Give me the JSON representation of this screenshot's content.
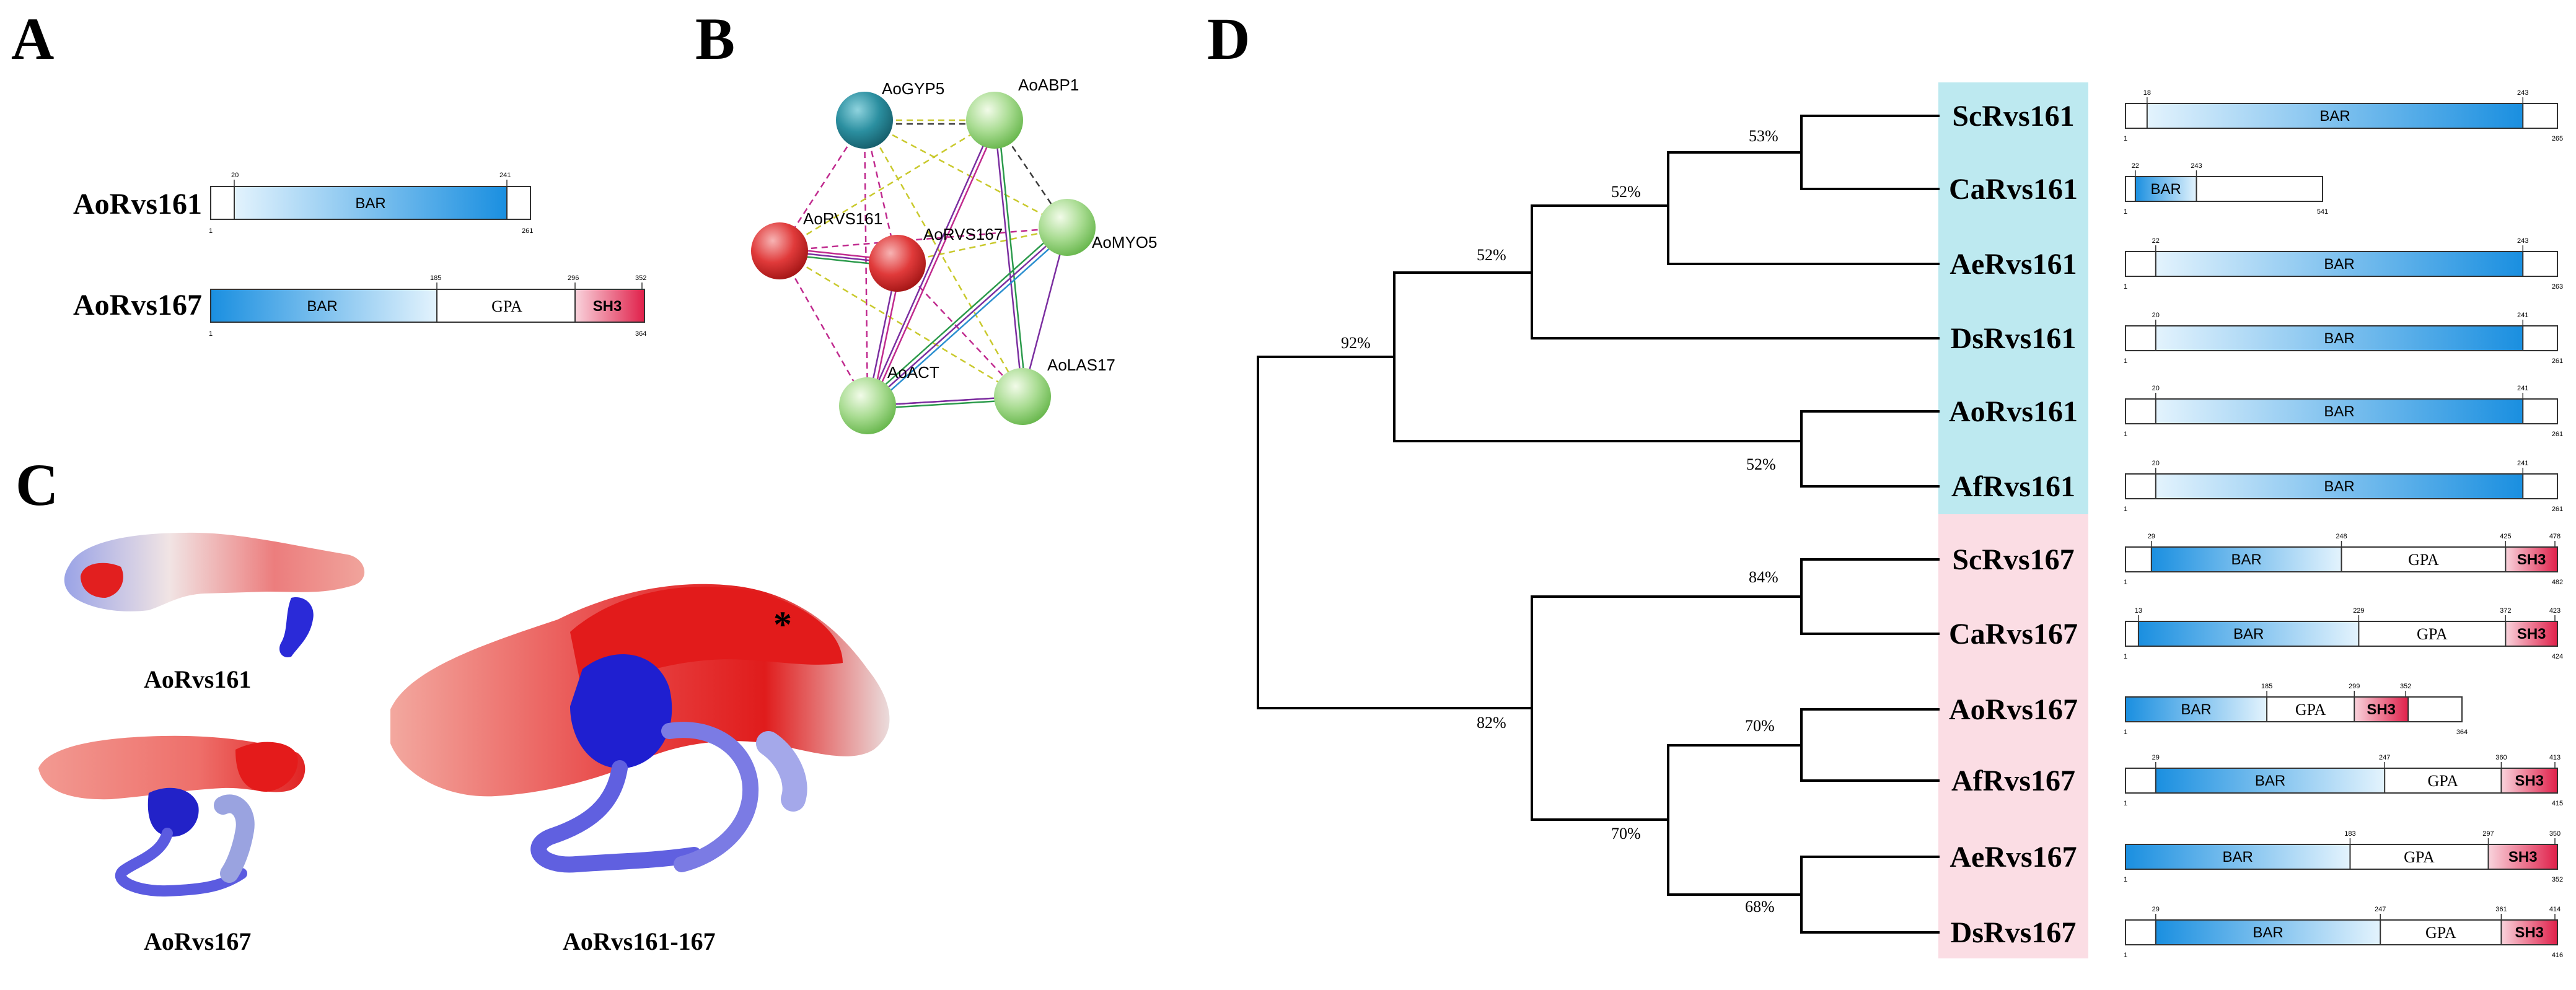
{
  "panels": {
    "a": "A",
    "b": "B",
    "c": "C",
    "d": "D"
  },
  "colors": {
    "bar_blue": "#1a8fe0",
    "bar_light": "#e3f3fd",
    "sh3_red": "#e0204a",
    "sh3_light": "#f9d3dc",
    "rvs161_bg": "#bde9f0",
    "rvs167_bg": "#fbdde4",
    "node_green": "#9fd68c",
    "node_teal": "#2b8fa0",
    "node_red": "#e03a3a"
  },
  "panel_a": {
    "proteins": [
      {
        "name": "AoRvs161",
        "start": "1",
        "end": "261",
        "domains": [
          {
            "label": "BAR",
            "type": "BAR",
            "start": "20",
            "end": "241"
          }
        ]
      },
      {
        "name": "AoRvs167",
        "start": "1",
        "end": "364",
        "domains": [
          {
            "label": "BAR",
            "type": "BAR",
            "start": "",
            "end": "185"
          },
          {
            "label": "GPA",
            "type": "GPA",
            "start": "",
            "end": "296"
          },
          {
            "label": "SH3",
            "type": "SH3",
            "start": "296",
            "end": "352"
          }
        ]
      }
    ]
  },
  "panel_b": {
    "nodes": [
      {
        "id": "gyp5",
        "label": "AoGYP5",
        "color": "teal"
      },
      {
        "id": "abp1",
        "label": "AoABP1",
        "color": "green"
      },
      {
        "id": "myo5",
        "label": "AoMYO5",
        "color": "green"
      },
      {
        "id": "rvs161",
        "label": "AoRVS161",
        "color": "red"
      },
      {
        "id": "rvs167",
        "label": "AoRVS167",
        "color": "red"
      },
      {
        "id": "act",
        "label": "AoACT",
        "color": "green"
      },
      {
        "id": "las17",
        "label": "AoLAS17",
        "color": "green"
      }
    ]
  },
  "panel_c": {
    "labels": [
      "AoRvs161",
      "AoRvs167",
      "AoRvs161-167"
    ],
    "asterisk": "*"
  },
  "panel_d": {
    "bootstrap": [
      "53%",
      "52%",
      "52%",
      "92%",
      "52%",
      "84%",
      "82%",
      "70%",
      "70%",
      "68%"
    ],
    "proteins": [
      {
        "name": "ScRvs161",
        "group": "161",
        "start": "1",
        "end": "265",
        "domains": [
          {
            "label": "BAR",
            "type": "BAR",
            "start": "18",
            "end": "243"
          }
        ]
      },
      {
        "name": "CaRvs161",
        "group": "161",
        "start": "1",
        "end": "541",
        "domains": [
          {
            "label": "BAR",
            "type": "BAR",
            "start": "22",
            "end": "243"
          }
        ]
      },
      {
        "name": "AeRvs161",
        "group": "161",
        "start": "1",
        "end": "263",
        "domains": [
          {
            "label": "BAR",
            "type": "BAR",
            "start": "22",
            "end": "243"
          }
        ]
      },
      {
        "name": "DsRvs161",
        "group": "161",
        "start": "1",
        "end": "261",
        "domains": [
          {
            "label": "BAR",
            "type": "BAR",
            "start": "20",
            "end": "241"
          }
        ]
      },
      {
        "name": "AoRvs161",
        "group": "161",
        "start": "1",
        "end": "261",
        "domains": [
          {
            "label": "BAR",
            "type": "BAR",
            "start": "20",
            "end": "241"
          }
        ]
      },
      {
        "name": "AfRvs161",
        "group": "161",
        "start": "1",
        "end": "261",
        "domains": [
          {
            "label": "BAR",
            "type": "BAR",
            "start": "20",
            "end": "241"
          }
        ]
      },
      {
        "name": "ScRvs167",
        "group": "167",
        "start": "1",
        "end": "482",
        "domains": [
          {
            "label": "BAR",
            "type": "BAR",
            "start": "29",
            "end": "248"
          },
          {
            "label": "GPA",
            "type": "GPA",
            "start": "",
            "end": "425"
          },
          {
            "label": "SH3",
            "type": "SH3",
            "start": "425",
            "end": "478"
          }
        ]
      },
      {
        "name": "CaRvs167",
        "group": "167",
        "start": "1",
        "end": "424",
        "domains": [
          {
            "label": "BAR",
            "type": "BAR",
            "start": "13",
            "end": "229"
          },
          {
            "label": "GPA",
            "type": "GPA",
            "start": "",
            "end": "372"
          },
          {
            "label": "SH3",
            "type": "SH3",
            "start": "372",
            "end": "423"
          }
        ]
      },
      {
        "name": "AoRvs167",
        "group": "167",
        "start": "1",
        "end": "364",
        "domains": [
          {
            "label": "BAR",
            "type": "BAR",
            "start": "",
            "end": "185"
          },
          {
            "label": "GPA",
            "type": "GPA",
            "start": "",
            "end": "299"
          },
          {
            "label": "SH3",
            "type": "SH3",
            "start": "299",
            "end": "352"
          }
        ]
      },
      {
        "name": "AfRvs167",
        "group": "167",
        "start": "1",
        "end": "415",
        "domains": [
          {
            "label": "BAR",
            "type": "BAR",
            "start": "29",
            "end": "247"
          },
          {
            "label": "GPA",
            "type": "GPA",
            "start": "",
            "end": "360"
          },
          {
            "label": "SH3",
            "type": "SH3",
            "start": "360",
            "end": "413"
          }
        ]
      },
      {
        "name": "AeRvs167",
        "group": "167",
        "start": "1",
        "end": "352",
        "domains": [
          {
            "label": "BAR",
            "type": "BAR",
            "start": "",
            "end": "183"
          },
          {
            "label": "GPA",
            "type": "GPA",
            "start": "",
            "end": "297"
          },
          {
            "label": "SH3",
            "type": "SH3",
            "start": "297",
            "end": "350"
          }
        ]
      },
      {
        "name": "DsRvs167",
        "group": "167",
        "start": "1",
        "end": "416",
        "domains": [
          {
            "label": "BAR",
            "type": "BAR",
            "start": "29",
            "end": "247"
          },
          {
            "label": "GPA",
            "type": "GPA",
            "start": "",
            "end": "361"
          },
          {
            "label": "SH3",
            "type": "SH3",
            "start": "361",
            "end": "414"
          }
        ]
      }
    ]
  }
}
